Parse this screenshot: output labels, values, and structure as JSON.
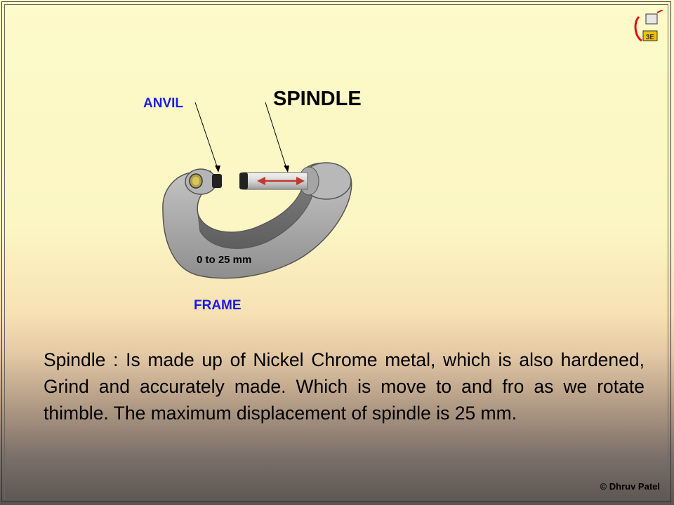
{
  "labels": {
    "anvil": "ANVIL",
    "spindle": "SPINDLE",
    "frame": "FRAME",
    "range": "0 to 25 mm"
  },
  "description": "Spindle : Is made up of Nickel Chrome metal, which is also hardened, Grind and accurately made. Which is move to and fro as we rotate thimble. The maximum displacement of spindle is 25 mm.",
  "footer": {
    "copyright": "Dhruv Patel",
    "copyright_symbol": "©"
  },
  "colors": {
    "label_blue": "#1a1ae6",
    "arrow_red": "#c0392b",
    "frame_gray": "#9a9a9a"
  },
  "icons": {
    "logo": "institution-logo"
  }
}
